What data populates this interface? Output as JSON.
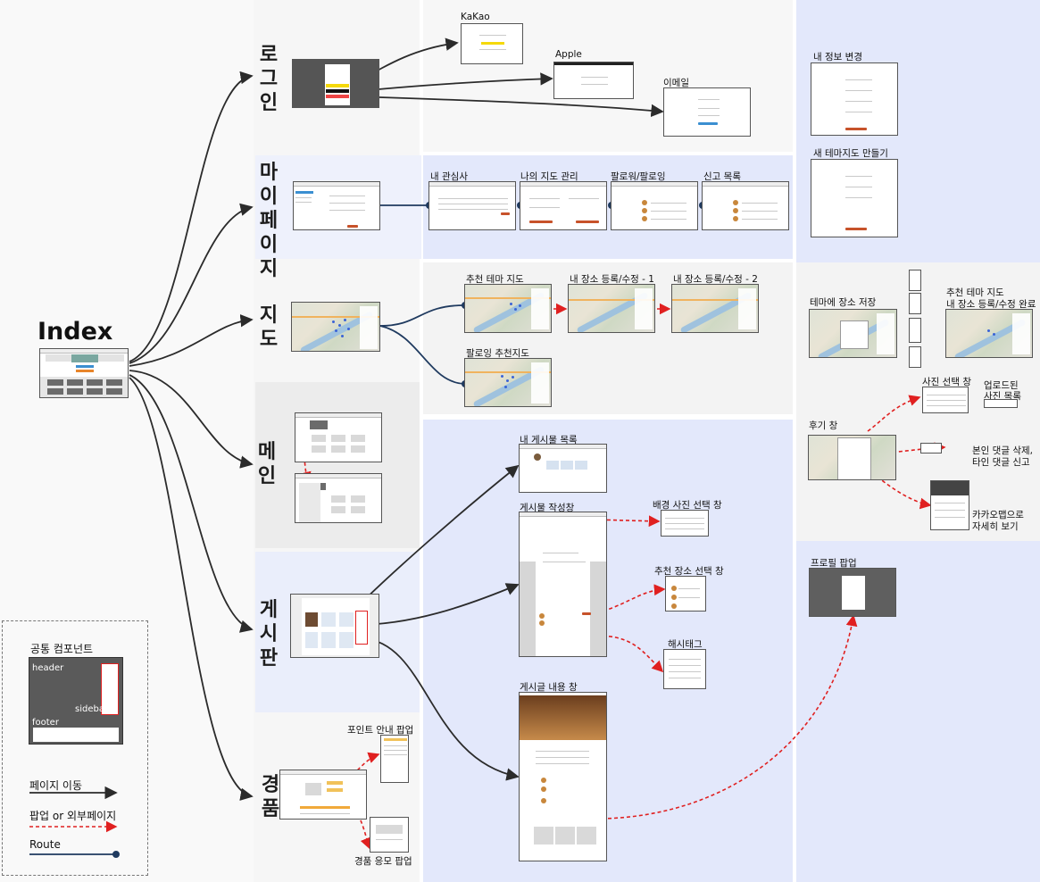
{
  "title": "Index",
  "sections": {
    "login": "로그인",
    "mypage": "마이페이지",
    "map": "지도",
    "main": "메인",
    "board": "게시판",
    "prize": "경품"
  },
  "screens": {
    "kakao": "KaKao",
    "apple": "Apple",
    "email": "이메일",
    "interest": "내 관심사",
    "my_map": "나의 지도 관리",
    "follow": "팔로워/팔로잉",
    "report": "신고 목록",
    "recommend_theme": "추천 테마 지도",
    "place_edit_1": "내 장소 등록/수정 - 1",
    "place_edit_2": "내 장소 등록/수정 - 2",
    "following_map": "팔로잉 추천지도",
    "my_posts": "내 게시물 목록",
    "write": "게시물 작성창",
    "bg_photo": "배경 사진 선택 창",
    "rec_place": "추천 장소 선택 창",
    "hashtag": "해시태그",
    "post_view": "게시글 내용 창",
    "point_popup": "포인트 안내 팝업",
    "prize_popup": "경품 응모 팝업",
    "edit_info": "내 정보 변경",
    "new_theme": "새 테마지도 만들기",
    "save_to_theme": "테마에 장소 저장",
    "theme_done_line1": "추천 테마 지도",
    "theme_done_line2": "내 장소 등록/수정 완료",
    "photo_select": "사진 선택 창",
    "uploaded_line1": "업로드된",
    "uploaded_line2": "사진 목록",
    "review": "후기 창",
    "comment_line1": "본인 댓글 삭제,",
    "comment_line2": "타인 댓글 신고",
    "kakaomap_line1": "카카오맵으로",
    "kakaomap_line2": "자세히 보기",
    "profile_popup": "프로필 팝업"
  },
  "legend": {
    "title": "공통 컴포넌트",
    "header": "header",
    "sidebar": "sidebar",
    "footer": "footer",
    "page_move": "페이지 이동",
    "popup": "팝업 or 외부페이지",
    "route": "Route"
  },
  "colors": {
    "arrow": "#2b2b2b",
    "popup_arrow": "#e02020",
    "route": "#1f3a5f",
    "panel_blue": "#e3e8fb",
    "panel_gray": "#f4f4f4"
  }
}
